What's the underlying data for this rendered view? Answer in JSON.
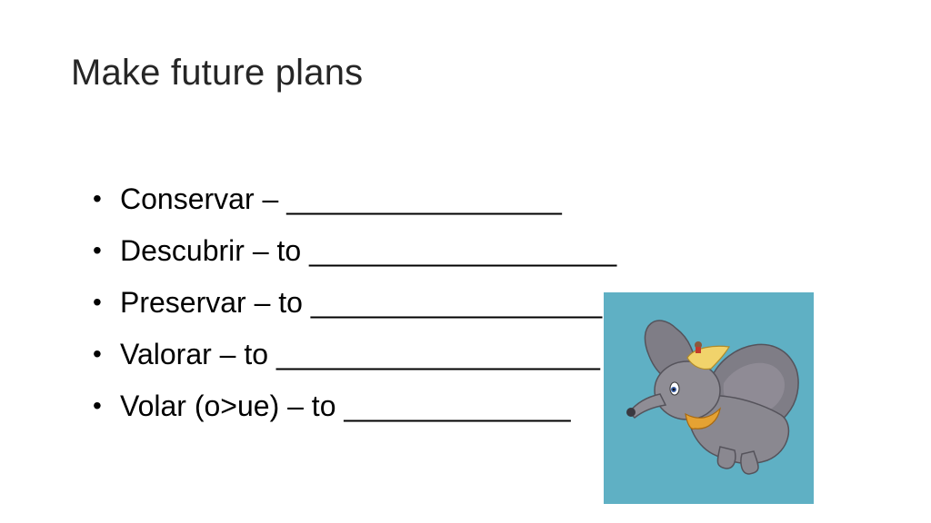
{
  "slide": {
    "title": "Make future plans",
    "bullet_symbol": "•",
    "bullets": [
      "Conservar – _________________",
      "Descubrir – to ___________________",
      "Preservar – to __________________",
      "Valorar – to ____________________",
      "Volar (o>ue) – to ______________"
    ],
    "picture": {
      "subject": "flying-elephant-illustration",
      "background_color": "#5fb0c4"
    }
  }
}
